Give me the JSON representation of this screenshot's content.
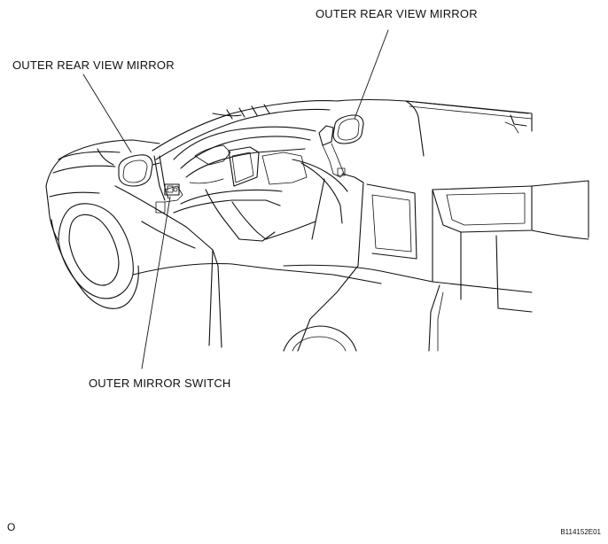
{
  "labels": {
    "mirror_right": "OUTER REAR VIEW MIRROR",
    "mirror_left": "OUTER REAR VIEW MIRROR",
    "switch": "OUTER MIRROR SWITCH",
    "corner_mark": "O",
    "figure_code": "B114152E01"
  }
}
